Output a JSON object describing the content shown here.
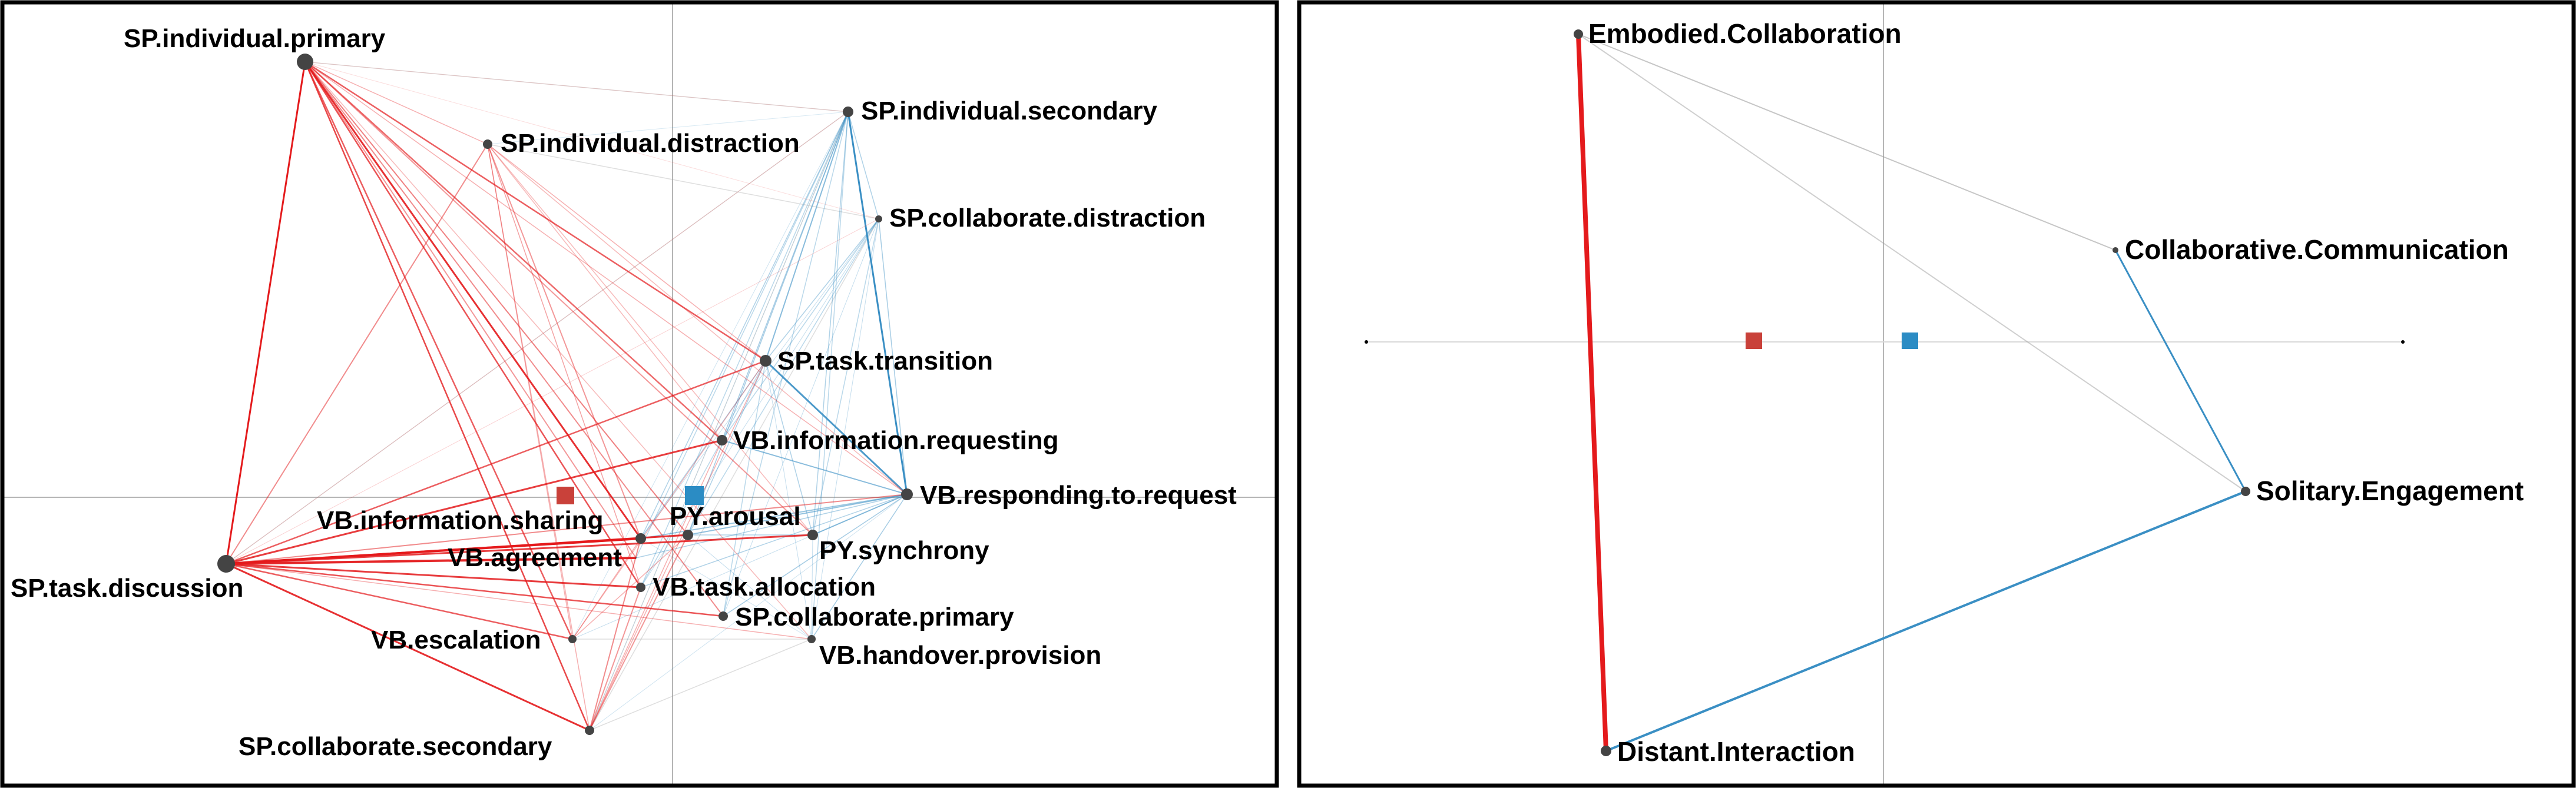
{
  "colors": {
    "red": "#e41a1c",
    "red_means": "#c9413a",
    "blue": "#3a8fc4",
    "blue_means": "#2b8cc4",
    "grey": "#a0a0a0",
    "node": "#444444",
    "frame": "#000000"
  },
  "left_panel": {
    "nodes": [
      {
        "id": "SP.individual.primary",
        "label": "SP.individual.primary"
      },
      {
        "id": "SP.individual.distraction",
        "label": "SP.individual.distraction"
      },
      {
        "id": "SP.individual.secondary",
        "label": "SP.individual.secondary"
      },
      {
        "id": "SP.collaborate.distraction",
        "label": "SP.collaborate.distraction"
      },
      {
        "id": "SP.task.transition",
        "label": "SP.task.transition"
      },
      {
        "id": "VB.information.requesting",
        "label": "VB.information.requesting"
      },
      {
        "id": "VB.responding.to.request",
        "label": "VB.responding.to.request"
      },
      {
        "id": "VB.information.sharing",
        "label": "VB.information.sharing"
      },
      {
        "id": "PY.arousal",
        "label": "PY.arousal"
      },
      {
        "id": "PY.synchrony",
        "label": "PY.synchrony"
      },
      {
        "id": "SP.task.discussion",
        "label": "SP.task.discussion"
      },
      {
        "id": "VB.agreement",
        "label": "VB.agreement"
      },
      {
        "id": "VB.task.allocation",
        "label": "VB.task.allocation"
      },
      {
        "id": "SP.collaborate.primary",
        "label": "SP.collaborate.primary"
      },
      {
        "id": "VB.escalation",
        "label": "VB.escalation"
      },
      {
        "id": "VB.handover.provision",
        "label": "VB.handover.provision"
      },
      {
        "id": "SP.collaborate.secondary",
        "label": "SP.collaborate.secondary"
      }
    ]
  },
  "right_panel": {
    "nodes": [
      {
        "id": "Embodied.Collaboration",
        "label": "Embodied.Collaboration"
      },
      {
        "id": "Collaborative.Communication",
        "label": "Collaborative.Communication"
      },
      {
        "id": "Solitary.Engagement",
        "label": "Solitary.Engagement"
      },
      {
        "id": "Distant.Interaction",
        "label": "Distant.Interaction"
      }
    ]
  }
}
